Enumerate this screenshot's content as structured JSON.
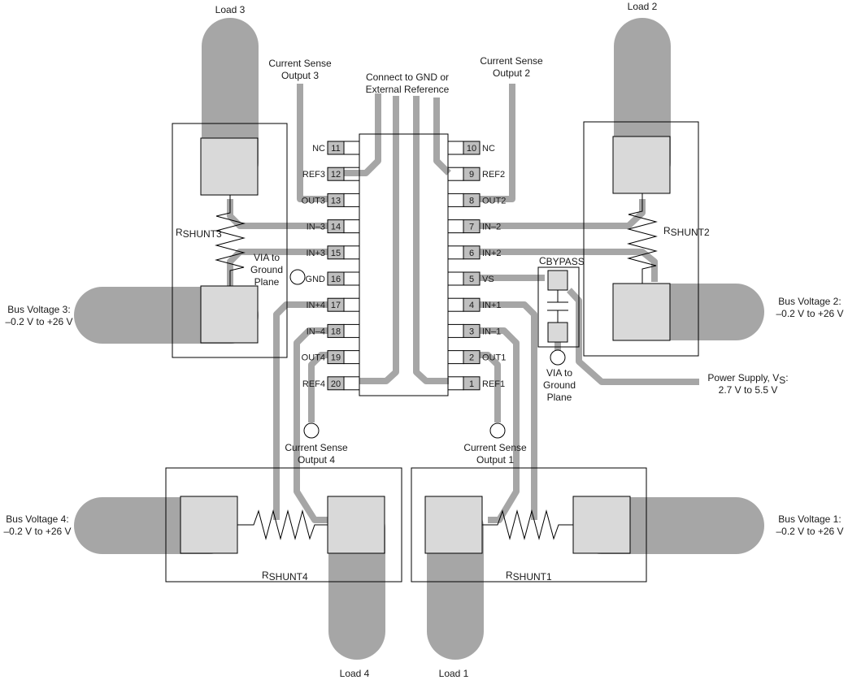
{
  "ic": {
    "left_pins": [
      {
        "num": "11",
        "name": "NC"
      },
      {
        "num": "12",
        "name": "REF3"
      },
      {
        "num": "13",
        "name": "OUT3"
      },
      {
        "num": "14",
        "name": "IN–3"
      },
      {
        "num": "15",
        "name": "IN+3"
      },
      {
        "num": "16",
        "name": "GND"
      },
      {
        "num": "17",
        "name": "IN+4"
      },
      {
        "num": "18",
        "name": "IN–4"
      },
      {
        "num": "19",
        "name": "OUT4"
      },
      {
        "num": "20",
        "name": "REF4"
      }
    ],
    "right_pins": [
      {
        "num": "10",
        "name": "NC"
      },
      {
        "num": "9",
        "name": "REF2"
      },
      {
        "num": "8",
        "name": "OUT2"
      },
      {
        "num": "7",
        "name": "IN–2"
      },
      {
        "num": "6",
        "name": "IN+2"
      },
      {
        "num": "5",
        "name": "VS"
      },
      {
        "num": "4",
        "name": "IN+1"
      },
      {
        "num": "3",
        "name": "IN–1"
      },
      {
        "num": "2",
        "name": "OUT1"
      },
      {
        "num": "1",
        "name": "REF1"
      }
    ]
  },
  "labels": {
    "load1": "Load 1",
    "load2": "Load 2",
    "load3": "Load 3",
    "load4": "Load 4",
    "cs1": [
      "Current Sense",
      "Output 1"
    ],
    "cs2": [
      "Current Sense",
      "Output 2"
    ],
    "cs3": [
      "Current Sense",
      "Output 3"
    ],
    "cs4": [
      "Current Sense",
      "Output 4"
    ],
    "gnd_ref": [
      "Connect to GND or",
      "External Reference"
    ],
    "bus1": [
      "Bus Voltage 1:",
      "–0.2 V to +26 V"
    ],
    "bus2": [
      "Bus Voltage 2:",
      "–0.2 V to +26 V"
    ],
    "bus3": [
      "Bus Voltage 3:",
      "–0.2 V to +26 V"
    ],
    "bus4": [
      "Bus Voltage 4:",
      "–0.2 V to +26 V"
    ],
    "via_left": [
      "VIA to",
      "Ground",
      "Plane"
    ],
    "via_right": [
      "VIA to",
      "Ground",
      "Plane"
    ],
    "power_supply": [
      "Power Supply, V",
      "S",
      ":",
      "2.7 V to 5.5 V"
    ],
    "rshunt1": {
      "main": "R",
      "sub": "SHUNT1"
    },
    "rshunt2": {
      "main": "R",
      "sub": "SHUNT2"
    },
    "rshunt3": {
      "main": "R",
      "sub": "SHUNT3"
    },
    "rshunt4": {
      "main": "R",
      "sub": "SHUNT4"
    },
    "cbypass": {
      "main": "C",
      "sub": "BYPASS"
    }
  }
}
